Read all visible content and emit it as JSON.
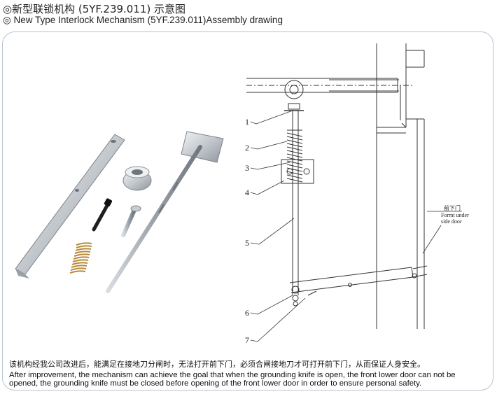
{
  "header": {
    "title_cn": "◎新型联锁机构 (5YF.239.011) 示意图",
    "title_en": "◎ New Type Interlock Mechanism (5YF.239.011)Assembly drawing"
  },
  "drawing": {
    "part_labels": [
      "1",
      "2",
      "3",
      "4",
      "5",
      "6",
      "7"
    ],
    "door_label_cn": "前下门",
    "door_label_en_1": "Formt under",
    "door_label_en_2": "side door"
  },
  "description": {
    "cn": "该机构经我公司改进后，能满足在接地刀分闸时，无法打开前下门，必须合闸接地刀才可打开前下门，从而保证人身安全。",
    "en_line1": "After improvement, the mechanism can achieve the goal that when the grounding knife is open, the front lower door can not be",
    "en_line2": "opened, the grounding knife must be closed before opening of the front lower door in order to ensure personal safety."
  }
}
